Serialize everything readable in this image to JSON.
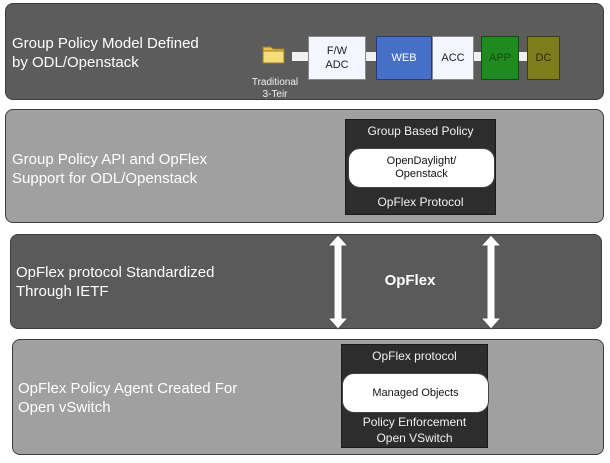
{
  "layers": [
    {
      "label": "Group Policy Model Defined\nby ODL/Openstack"
    },
    {
      "label": "Group Policy API and OpFlex\nSupport for ODL/Openstack"
    },
    {
      "label": "OpFlex protocol Standardized\nThrough IETF"
    },
    {
      "label": "OpFlex Policy Agent Created For\nOpen vSwitch"
    }
  ],
  "tiers": {
    "folder_label": "Traditional\n3-Teir",
    "boxes": [
      "F/W\nADC",
      "WEB",
      "ACC",
      "APP",
      "DC"
    ]
  },
  "gbp_box": {
    "title": "Group Based Policy",
    "inner": "OpenDaylight/\nOpenstack",
    "footer": "OpFlex Protocol"
  },
  "opflex_label": "OpFlex",
  "agent_box": {
    "title": "OpFlex protocol",
    "inner": "Managed Objects",
    "footer_line1": "Policy Enforcement",
    "footer_line2": "Open VSwitch"
  },
  "colors": {
    "dark_layer": "#5c5c5c",
    "light_layer": "#a0a0a0",
    "web": "#4670c8",
    "app": "#1f8a1f",
    "dc": "#7d7d1d"
  }
}
